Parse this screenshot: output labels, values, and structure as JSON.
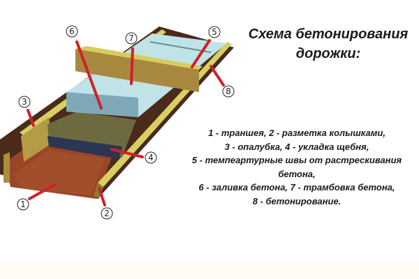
{
  "title": {
    "line1": "Схема бетонирования",
    "line2": "дорожки:"
  },
  "legend": [
    "1 - траншея, 2  - разметка колышками,",
    "3 -  опалубка, 4  - укладка щебня,",
    "5 - темпеартурные швы от растрескивания бетона,",
    "6 - заливка бетона, 7 - трамбовка бетона,",
    "8 - бетонирование."
  ],
  "callouts": [
    "1",
    "2",
    "3",
    "4",
    "5",
    "6",
    "7",
    "8"
  ],
  "colors": {
    "pointer": "#d0202a",
    "concrete": "#bfe3e6",
    "earth": "#8a3a1e",
    "wood": "#c9b24a"
  }
}
